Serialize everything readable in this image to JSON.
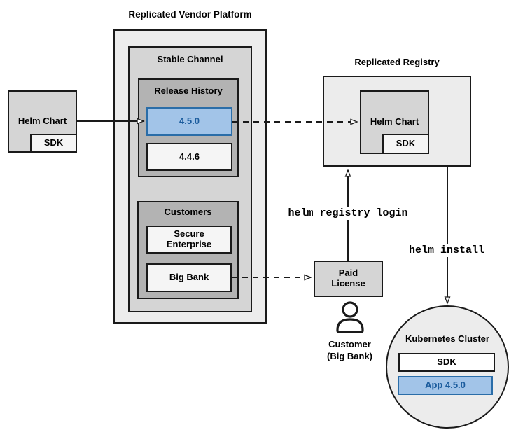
{
  "platform": {
    "title": "Replicated Vendor Platform",
    "stable_channel": {
      "title": "Stable Channel",
      "release_history": {
        "title": "Release History",
        "current_version": "4.5.0",
        "previous_version": "4.4.6"
      },
      "customers": {
        "title": "Customers",
        "customer1_line1": "Secure",
        "customer1_line2": "Enterprise",
        "customer2": "Big Bank"
      }
    }
  },
  "vendor_chart": {
    "title": "Helm Chart",
    "sdk_label": "SDK"
  },
  "registry": {
    "title": "Replicated Registry",
    "chart_title": "Helm Chart",
    "sdk_label": "SDK"
  },
  "license": {
    "line1": "Paid",
    "line2": "License"
  },
  "customer_caption": {
    "line1": "Customer",
    "line2": "(Big Bank)"
  },
  "commands": {
    "registry_login": "helm registry login",
    "install": "helm install"
  },
  "cluster": {
    "title": "Kubernetes Cluster",
    "sdk_label": "SDK",
    "app_label": "App 4.5.0"
  },
  "colors": {
    "highlight_fill": "#a2c4e8",
    "highlight_border": "#2a6da8",
    "highlight_text": "#1b5c9d",
    "container_light": "#ececec",
    "container_mid": "#d5d5d5",
    "container_dark": "#b3b3b3",
    "item_fill": "#f5f5f5",
    "stroke": "#1a1a1a"
  }
}
